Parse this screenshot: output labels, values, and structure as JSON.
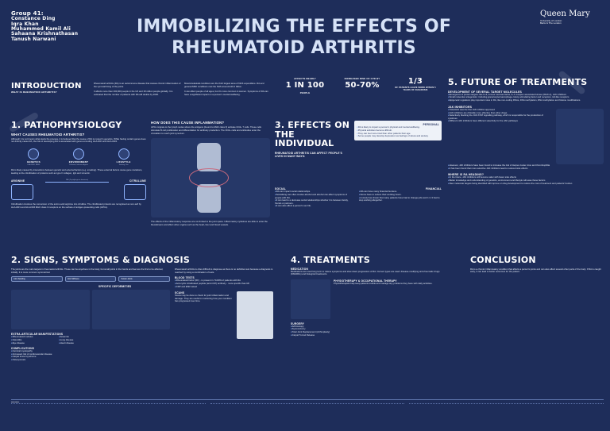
{
  "group": {
    "label": "Group 41:",
    "members": [
      "Constance Ding",
      "Iqra Khan",
      "Muhammed Kamil Ali",
      "Sahaana Krishnathasan",
      "Tanush Narwani"
    ]
  },
  "title": {
    "line1": "IMMOBILIZING THE EFFECTS OF",
    "line2": "RHEUMATOID ARTHRITIS"
  },
  "logo": {
    "name": "Queen Mary",
    "sub1": "University of London",
    "sub2": "Barts & The London"
  },
  "intro": {
    "heading": "INTRODUCTION",
    "subheading": "WHAT IS RHEUMATOID ARTHRITIS?",
    "p1": "Rheumatoid arthritis (RA) is an autoimmune disease that causes chronic inflammation of the synovial lining of the joints.",
    "p2": "It affects more than 400,000 people in the UK and 18 million people globally. It is estimated that the number of patients with RA will double by 2030.",
    "p3": "Musculoskeletal conditions are the third largest area of NHS expenditure. RA and general MSK conditions cost the NHS around £10.2 billion.",
    "p4": "It can affect people of all ages, but it's more common in women. Symptoms of RA can have a significant impact on a person's mental wellbeing."
  },
  "stats": [
    {
      "top": "AFFECTS NEARLY",
      "big": "1 IN 100",
      "bot": "PEOPLE"
    },
    {
      "top": "INCREASED RISK OF CVD BY",
      "big": "50-70%",
      "bot": ""
    },
    {
      "top": "",
      "big": "1/3",
      "bot": "OF PATIENTS LEAVE WORK WITHIN 5 YEARS OF DIAGNOSIS"
    }
  ],
  "patho": {
    "heading": "1. PATHOPHYSIOLOGY",
    "q1": "WHAT CAUSES RHEUMATOID ARTHRITIS?",
    "p1": "Although it is not known what starts the process, it is believed that the cause of RA is rooted in genetics. While having certain genes does not directly cause RA, the risk of developing RA is associated with genes encoding HLA-DR1 and HLA-DR4.",
    "factors": [
      "Genetics",
      "Environment",
      "Lifestyle"
    ],
    "factor_subs": [
      "HLA-DRB1, PADI4",
      "Pollutants, Infectious Agents",
      "Smoking, Diet"
    ],
    "p2": "RA is likely caused by interactions between genetic and external factors (e.g. smoking). These external factors cause gene mutations, leading to the citrullination of proteins such as type II collagen, IgG and vimentin.",
    "arg": "Arginine",
    "cit": "Citrulline",
    "enz": "PAD (Peptidylarginine deiminase)",
    "p3": "Citrullination involves the conversion of the amino acid arginine into citrulline. The citrullinated proteins are recognised as non-self by HLA-DR1 and HLA-DR4 MHC class II receptors on the surface of antigen-presenting cells (APCs).",
    "q2": "HOW DOES THIS CAUSE INFLAMMATION?",
    "p4": "APCs migrate to the lymph nodes where the antigens (bound to MHC class II) activate CD4+ T cells. These cells stimulate B cell proliferation and differentiation for antibody production. The CD4+ cells and antibodies enter the circulation to reach joint synovium.",
    "p5": "The effects of the inflammatory response are not limited to the joint space. Inflammatory cytokines are able to enter the bloodstream and affect other organs such as the heart, liver and blood vessels."
  },
  "effects": {
    "heading": "3. EFFECTS ON THE INDIVIDUAL",
    "tag": "RHEUMATOID ARTHRITIS CAN AFFECT PEOPLE'S LIVES IN MANY WAYS:",
    "personal": "PERSONAL",
    "personal_items": [
      "RA is likely to impact a person's physical and mental wellbeing.",
      "Physical activities become difficult.",
      "They can feel more tired than other patients their age.",
      "Some people may develop depression as feelings of stress and anxiety."
    ],
    "social": "SOCIAL",
    "social_items": [
      "RA can impact social relationships.",
      "Socialising can often involve alcohol and alcohol can affect symptoms of people with RA.",
      "It can lead to a decrease social relationships whether it is between family, friends or partners.",
      "It can also affect a person's sex life."
    ],
    "financial": "FINANCIAL",
    "financial_items": [
      "RA can have many financial burdens.",
      "Some have to reduce their working hours.",
      "A study has shown that many patients have had to change jobs and 1 in 3 had to stop working altogether."
    ]
  },
  "future": {
    "heading": "5. FUTURE OF TREATMENTS",
    "sub1": "DEVELOPMENT OF SEVERAL TARGET MOLECULES",
    "items1": [
      "Emergence of protein targets: like IL-6, tumour necrosis factor, IL-1 receptor associated kinase (IRAK-4), JAK inhibitors",
      "Small molecular antagonists: including granulocyte/macrophage colony-stimulating factor and receptors, toll-like receptors",
      "Epigenetic regulators play important roles in RA, like non-coding RNAs, DNA methylation, RNA methylation and histone modifications."
    ],
    "sub2": "JAK INHIBITORS",
    "items2": [
      "Tofacitinib was the first JAK inhibitor approved",
      "JAK inhibitors are clinically more effective than other drugs",
      "Selectively blocking the JAK-STAT signalling pathway, which is responsible for the production of cytokines",
      "Different JAK inhibitors have different selectivity for the JAK pathways",
      "However, JAK inhibitors have been found to increase the risk of Herpes zoster virus and thrombophilia",
      "It has been found that more selective JAK inhibitors lead to reduced side effects"
    ],
    "sub3": "WHERE IS RA HEADING?",
    "items3": [
      "In the future, JAK inhibitors will become safer with fewer side effects",
      "Better knowledge and understanding of genetics, environment and lifestyle will ease these factors",
      "New molecular targets being identified will improve on drug development to reduce the cost of treatment and patients' burden"
    ]
  },
  "signs": {
    "heading": "2. SIGNS, SYMPTOMS & DIAGNOSIS",
    "p1": "The joints are the main targets in rheumatoid arthritis. These can be anywhere in the body, but small joints in the hands and feet are the first to be affected, initially. It is more common symmetrical.",
    "labels": [
      "Joint Swelling",
      "Joint Stiffness",
      "Tender Joints"
    ],
    "deform": "SPECIFIC DEFORMITIES",
    "extra_head": "EXTRA-ARTICULAR MANIFESTATIONS",
    "extra": [
      "Rheumatoid nodules",
      "Anaemia",
      "Vasculitis",
      "Lung disease",
      "Eye disease",
      "Heart disease"
    ],
    "comp_head": "COMPLICATIONS",
    "comp": [
      "Cervical myelopathy",
      "Increased risk of cardiovascular disease",
      "Carpal tunnel syndrome",
      "Osteoporosis"
    ],
    "diag": "Rheumatoid arthritis is often difficult to diagnose as there is no definitive test because a diagnosis is reached by using a combination of tests.",
    "blood": "BLOOD TESTS",
    "blood_items": [
      "Rheumatoid factor (RF) - is present in 70-80% of patients with RA",
      "Anti-cyclic citrullinated peptide (anti-CCP) antibody - more specific than RF",
      "CRP and ESR raised"
    ],
    "scan": "SCANS",
    "scan_text": "Scans may be done to check for joint inflammation and damage. They are useful in monitoring how your condition has progressed over time."
  },
  "treat": {
    "heading": "4. TREATMENTS",
    "med": "MEDICATION",
    "med_text": "Medications are used long term to relieve symptoms and slow down progression of RA. Current types are used: disease-modifying anti-rheumatic drugs (DMARDs) and biological treatments.",
    "pt": "PHYSIOTHERAPY & OCCUPATIONAL THERAPY",
    "pt_text": "Physiotherapists help keep patients mobile and manage any problems they have with daily activities.",
    "surgery": "SURGERY",
    "surgery_items": [
      "Arthroscopy",
      "Synovectomy",
      "Total Joint Replacement (Arthroplasty)",
      "Carpal Tunnel Release"
    ]
  },
  "conclusion": {
    "heading": "CONCLUSION",
    "text": "RA is a chronic inflammatory condition that affects a person's joints and can also affect several other parts of the body. If RA is caught early, it can lead to better outcomes for the patient."
  },
  "refs": {
    "heading": "References"
  }
}
